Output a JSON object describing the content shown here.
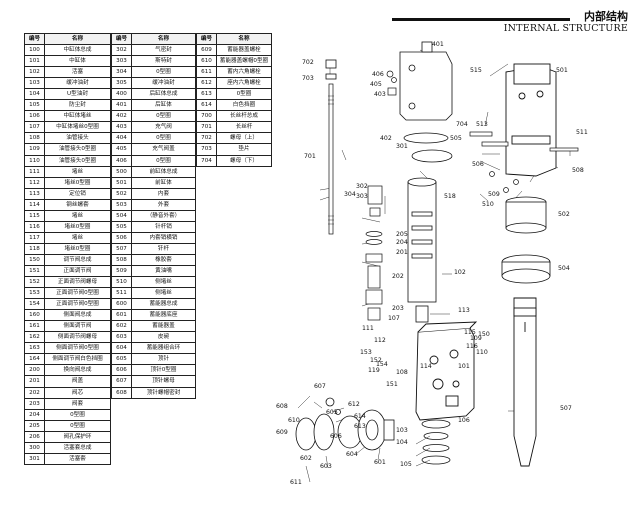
{
  "header": {
    "title_cn": "内部结构",
    "title_en": "INTERNAL STRUCTURE"
  },
  "table_headers": {
    "code": "编号",
    "name": "名称"
  },
  "parts_col1": [
    [
      "100",
      "中缸体总成"
    ],
    [
      "101",
      "中缸体"
    ],
    [
      "102",
      "活塞"
    ],
    [
      "103",
      "缓冲油封"
    ],
    [
      "104",
      "U型油封"
    ],
    [
      "105",
      "防尘封"
    ],
    [
      "106",
      "中缸体堵丝"
    ],
    [
      "107",
      "中缸体堵丝0型圈"
    ],
    [
      "108",
      "油管接头"
    ],
    [
      "109",
      "油管接头0型圈"
    ],
    [
      "110",
      "油管接头0型圈"
    ],
    [
      "111",
      "堵丝"
    ],
    [
      "112",
      "堵丝0型圈"
    ],
    [
      "113",
      "定位销"
    ],
    [
      "114",
      "钢丝螺套"
    ],
    [
      "115",
      "堵丝"
    ],
    [
      "116",
      "堵丝0型圈"
    ],
    [
      "117",
      "堵丝"
    ],
    [
      "118",
      "堵丝0型圈"
    ],
    [
      "150",
      "调节阀总成"
    ],
    [
      "151",
      "正面调节阀"
    ],
    [
      "152",
      "正面调节阀螺母"
    ],
    [
      "153",
      "正面调节阀0型圈"
    ],
    [
      "154",
      "正面调节阀0型圈"
    ],
    [
      "160",
      "侧面阀总成"
    ],
    [
      "161",
      "侧面调节阀"
    ],
    [
      "162",
      "侧面调节阀螺母"
    ],
    [
      "163",
      "侧面调节阀0型圈"
    ],
    [
      "164",
      "侧面调节阀白色挡圈"
    ],
    [
      "200",
      "换向阀总成"
    ],
    [
      "201",
      "阀盖"
    ],
    [
      "202",
      "阀芯"
    ],
    [
      "203",
      "阀套"
    ],
    [
      "204",
      "0型圈"
    ],
    [
      "205",
      "0型圈"
    ],
    [
      "206",
      "阀孔保护环"
    ],
    [
      "300",
      "活塞套总成"
    ],
    [
      "301",
      "活塞套"
    ]
  ],
  "parts_col2": [
    [
      "302",
      "气密封"
    ],
    [
      "303",
      "斯特封"
    ],
    [
      "304",
      "0型圈"
    ],
    [
      "305",
      "缓冲油封"
    ],
    [
      "400",
      "后缸体总成"
    ],
    [
      "401",
      "后缸体"
    ],
    [
      "402",
      "0型圈"
    ],
    [
      "403",
      "充气阀"
    ],
    [
      "404",
      "0型圈"
    ],
    [
      "405",
      "充气阀盖"
    ],
    [
      "406",
      "0型圈"
    ],
    [
      "500",
      "前缸体总成"
    ],
    [
      "501",
      "前缸体"
    ],
    [
      "502",
      "内套"
    ],
    [
      "503",
      "外套"
    ],
    [
      "504",
      "（静音外套）"
    ],
    [
      "505",
      "针杆销"
    ],
    [
      "506",
      "内套销横销"
    ],
    [
      "507",
      "钎杆"
    ],
    [
      "508",
      "橡胶套"
    ],
    [
      "509",
      "黄油嘴"
    ],
    [
      "510",
      "侧堵丝"
    ],
    [
      "511",
      "侧堵丝"
    ],
    [
      "600",
      "蓄能器总成"
    ],
    [
      "601",
      "蓄能器底座"
    ],
    [
      "602",
      "蓄能器盖"
    ],
    [
      "603",
      "皮碗"
    ],
    [
      "604",
      "蓄能器组合环"
    ],
    [
      "605",
      "顶针"
    ],
    [
      "606",
      "顶针0型圈"
    ],
    [
      "607",
      "顶针螺母"
    ],
    [
      "608",
      "顶针螺帽密封"
    ]
  ],
  "parts_col3": [
    [
      "609",
      "蓄能器盖螺栓"
    ],
    [
      "610",
      "蓄能器盖螺帽0型圈"
    ],
    [
      "611",
      "蓄内六角螺栓"
    ],
    [
      "612",
      "座内六角螺栓"
    ],
    [
      "613",
      "0型圈"
    ],
    [
      "614",
      "白色挡圈"
    ],
    [
      "700",
      "长丝杆总成"
    ],
    [
      "701",
      "长丝杆"
    ],
    [
      "702",
      "螺母（上）"
    ],
    [
      "703",
      "垫片"
    ],
    [
      "704",
      "螺母（下）"
    ]
  ],
  "callouts": [
    "401",
    "702",
    "703",
    "406",
    "405",
    "403",
    "701",
    "402",
    "301",
    "304",
    "302",
    "303",
    "205",
    "204",
    "201",
    "202",
    "203",
    "107",
    "111",
    "112",
    "153",
    "154",
    "152",
    "108",
    "151",
    "109",
    "110",
    "150",
    "116",
    "115",
    "114",
    "106",
    "119",
    "607",
    "608",
    "605",
    "612",
    "614",
    "613",
    "609",
    "610",
    "606",
    "602",
    "603",
    "604",
    "611",
    "601",
    "104",
    "103",
    "105",
    "102",
    "101",
    "113",
    "515",
    "501",
    "704",
    "513",
    "505",
    "506",
    "518",
    "510",
    "509",
    "502",
    "504",
    "511",
    "508",
    "507"
  ]
}
